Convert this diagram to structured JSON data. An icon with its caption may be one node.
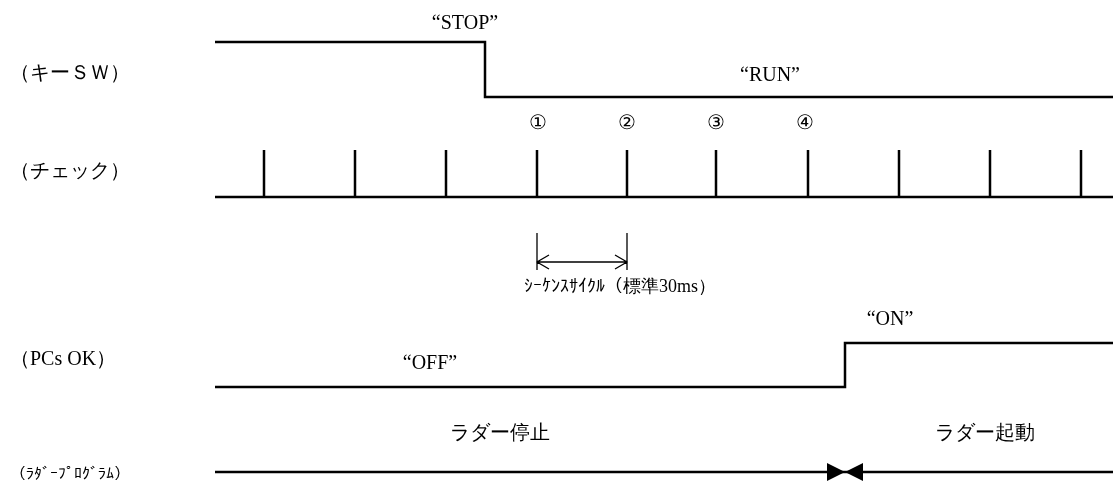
{
  "diagram": {
    "labels": [
      "“STOP”",
      "（キーＳＷ）",
      "“RUN”",
      "①",
      "②",
      "③",
      "④",
      "（チェック）",
      "ｼｰｹﾝｽｻｲｸﾙ（標準30ms）",
      "“ON”",
      "（PCs OK）",
      "“OFF”",
      "ラダー停止",
      "ラダー起動",
      "（ﾗﾀﾞｰﾌﾟﾛｸﾞﾗﾑ）"
    ]
  }
}
